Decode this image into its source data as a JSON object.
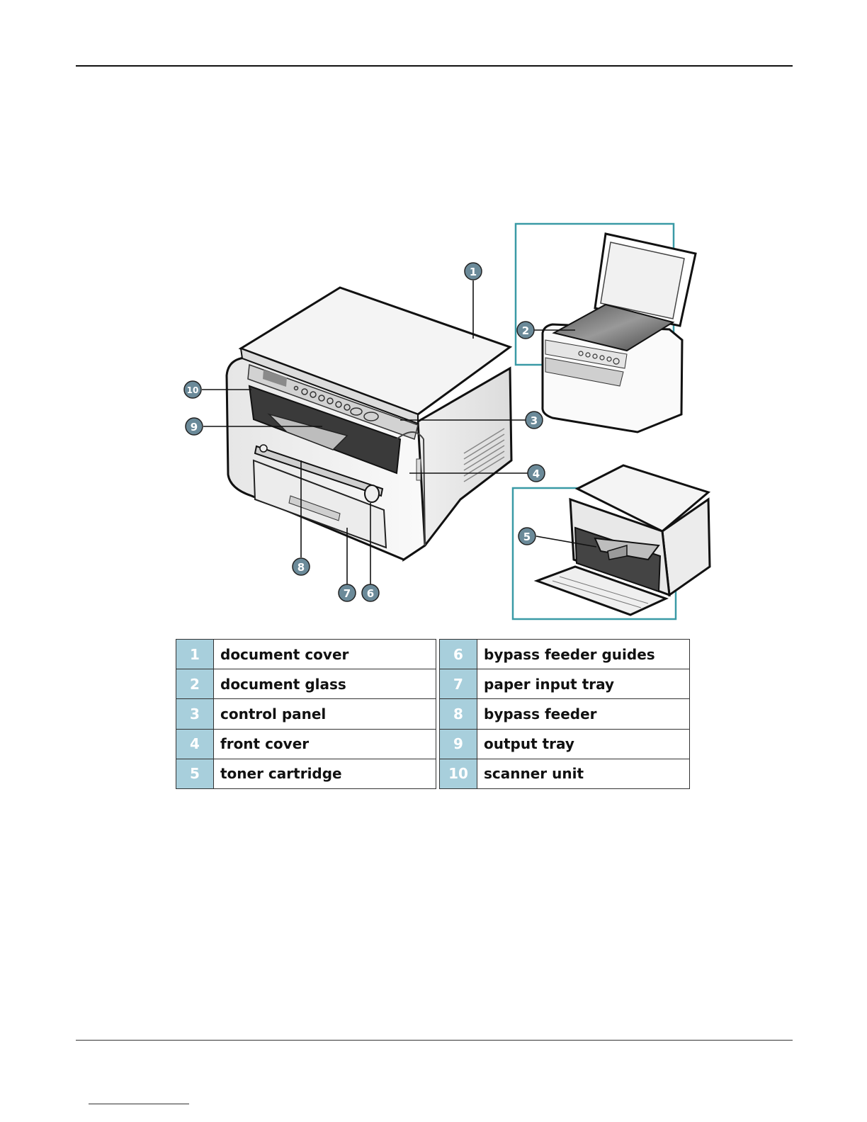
{
  "callouts": [
    "1",
    "2",
    "3",
    "4",
    "5",
    "6",
    "7",
    "8",
    "9",
    "10"
  ],
  "parts": [
    {
      "left": {
        "num": "1",
        "label": "document cover"
      },
      "right": {
        "num": "6",
        "label": "bypass  feeder guides"
      }
    },
    {
      "left": {
        "num": "2",
        "label": "document glass"
      },
      "right": {
        "num": "7",
        "label": "paper input tray"
      }
    },
    {
      "left": {
        "num": "3",
        "label": "control panel"
      },
      "right": {
        "num": "8",
        "label": "bypass  feeder"
      }
    },
    {
      "left": {
        "num": "4",
        "label": "front cover"
      },
      "right": {
        "num": "9",
        "label": "output tray"
      }
    },
    {
      "left": {
        "num": "5",
        "label": "toner cartridge"
      },
      "right": {
        "num": "10",
        "label": "scanner unit"
      }
    }
  ],
  "colors": {
    "callout_fill": "#6b8a99",
    "number_cell": "#a8cfdc",
    "inset_frame": "#3a9aa6",
    "outline": "#111111"
  }
}
